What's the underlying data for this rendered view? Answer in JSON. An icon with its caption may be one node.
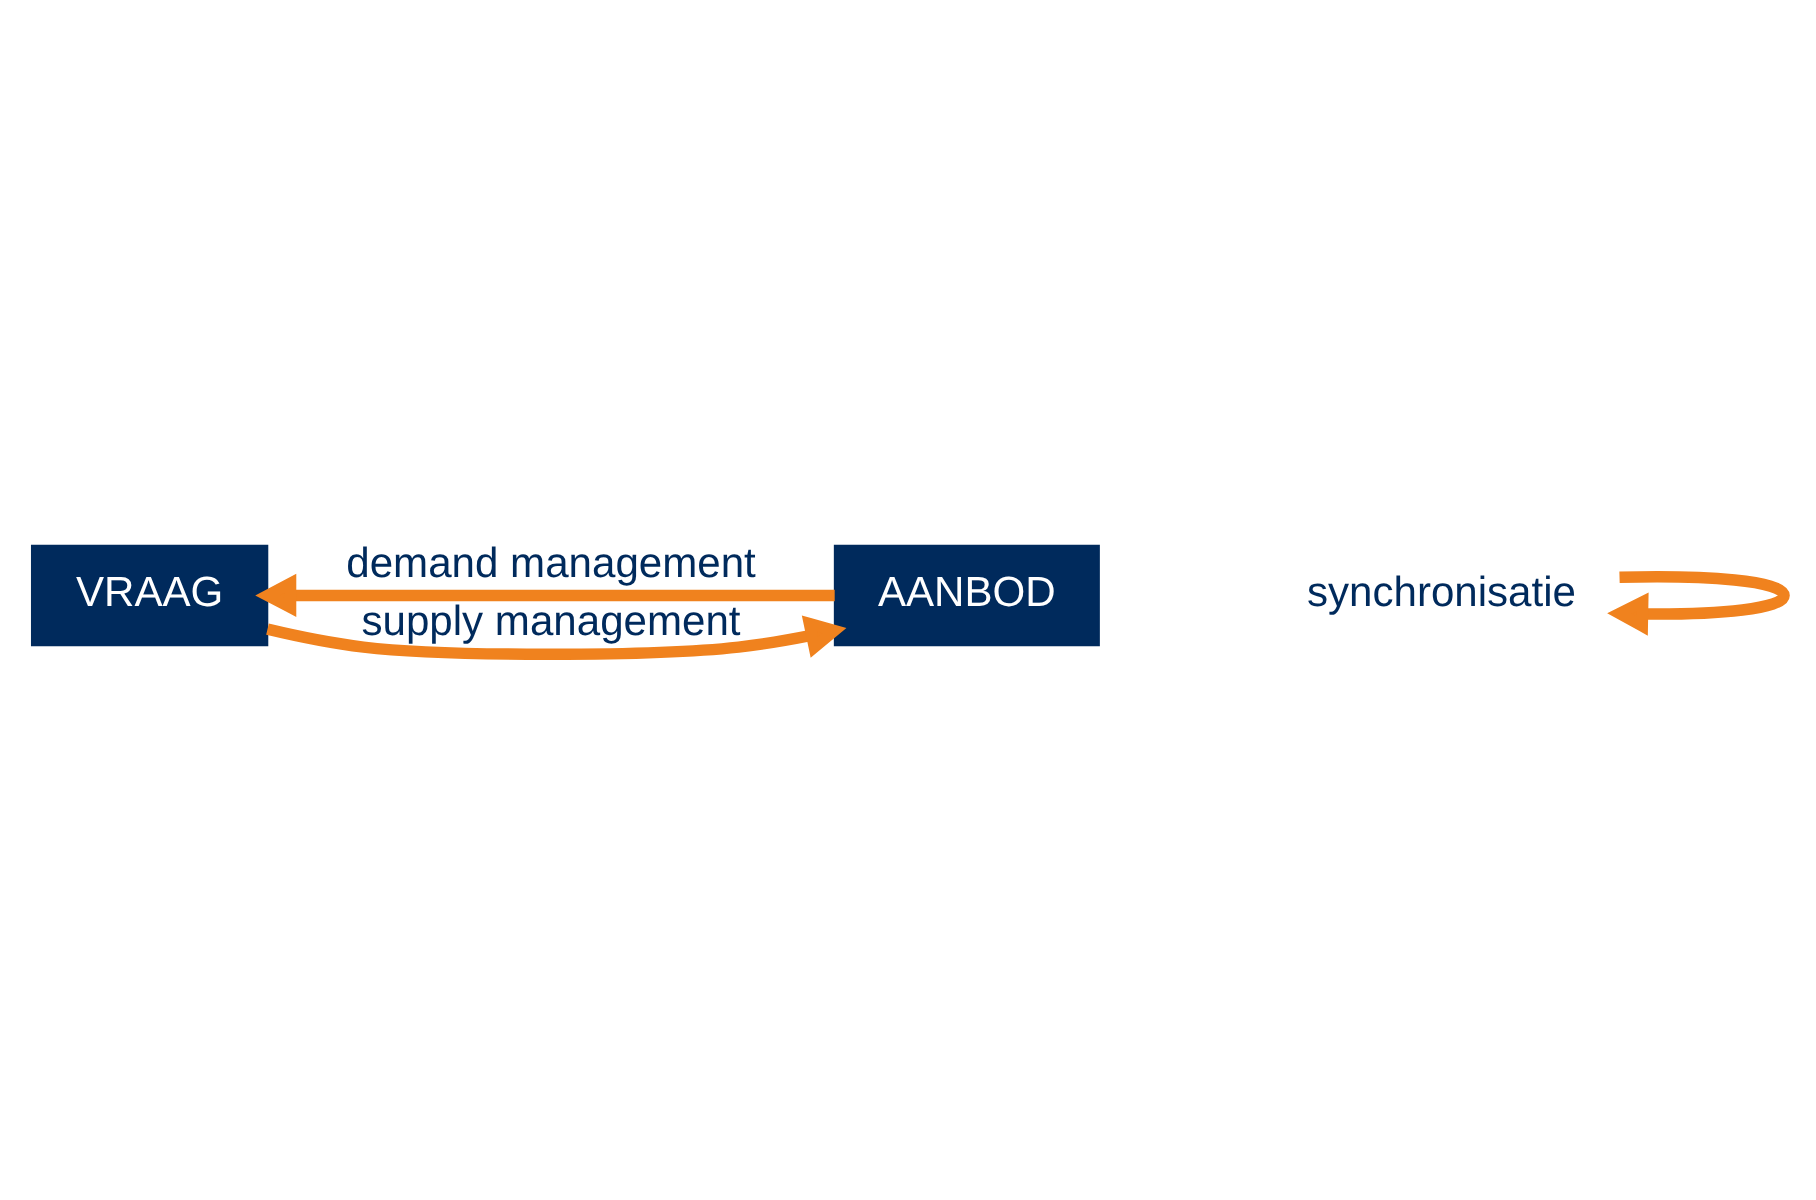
{
  "diagram": {
    "nodes": [
      {
        "text": [
          "VRAAG"
        ]
      },
      {
        "text": [
          "synchronisatie"
        ]
      },
      {
        "text": [
          "AANBOD"
        ]
      }
    ],
    "edges": [
      {
        "from": 0,
        "to": 2,
        "arrow": "to",
        "label": "supply management"
      },
      {
        "from": 2,
        "to": 0,
        "arrow": "to",
        "label": "demand management"
      },
      {
        "from": 1,
        "to": 1,
        "arrow": "to"
      }
    ]
  }
}
